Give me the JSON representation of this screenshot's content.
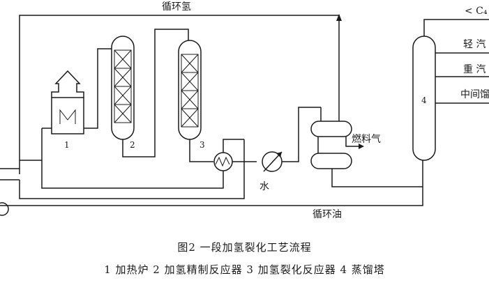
{
  "labels": {
    "recycle_hydrogen": "循环氢",
    "recycle_oil": "循环油",
    "fuel_gas": "燃料气",
    "water": "水",
    "c4": "< C₄",
    "light_oil": "轻 汽",
    "heavy_oil": "重 汽",
    "middle_distillate": "中间馏"
  },
  "numbers": {
    "n1": "1",
    "n2": "2",
    "n3": "3",
    "n4": "4"
  },
  "caption": {
    "title": "图2  一段加氢裂化工艺流程",
    "legend": "1 加热炉  2 加氢精制反应器  3 加氢裂化反应器  4 蒸馏塔"
  }
}
